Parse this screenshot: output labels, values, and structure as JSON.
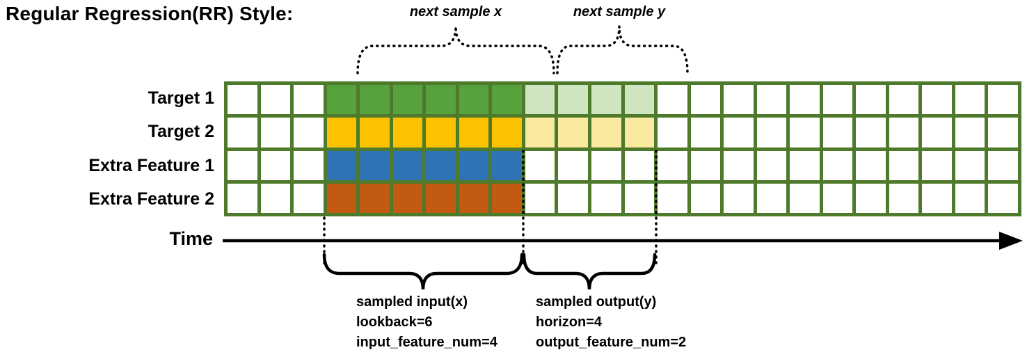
{
  "title": "Regular Regression(RR) Style:",
  "top_labels": {
    "next_x": "next sample x",
    "next_y": "next sample y"
  },
  "time_label": "Time",
  "grid": {
    "columns": 24,
    "lookback_start": 3,
    "lookback_end": 9,
    "horizon_end": 13,
    "line_color": "#4d7a2b",
    "rows": [
      {
        "label": "Target 1",
        "lookback_color": "#58a23e",
        "horizon_color": "#cfe5c2"
      },
      {
        "label": "Target 2",
        "lookback_color": "#fcc200",
        "horizon_color": "#fce9a0"
      },
      {
        "label": "Extra Feature 1",
        "lookback_color": "#2e74b5",
        "horizon_color": null
      },
      {
        "label": "Extra Feature 2",
        "lookback_color": "#c35a11",
        "horizon_color": null
      }
    ]
  },
  "bottom_left": {
    "lines": [
      "sampled input(x)",
      "lookback=6",
      "input_feature_num=4"
    ]
  },
  "bottom_right": {
    "lines": [
      "sampled output(y)",
      "horizon=4",
      "output_feature_num=2"
    ]
  }
}
